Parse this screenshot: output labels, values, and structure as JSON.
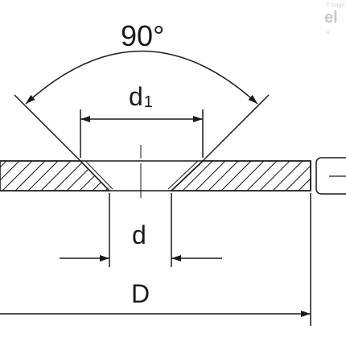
{
  "diagram": {
    "angle_label": "90°",
    "d1_label": "d",
    "d1_subscript": "1",
    "d_label": "d",
    "D_label": "D"
  },
  "watermark": {
    "top_text": "© Copyri",
    "logo_text": "el",
    "bottom_text": "e"
  },
  "colors": {
    "line": "#1a1a1a",
    "background": "#ffffff",
    "watermark": "#c8c8c8"
  }
}
